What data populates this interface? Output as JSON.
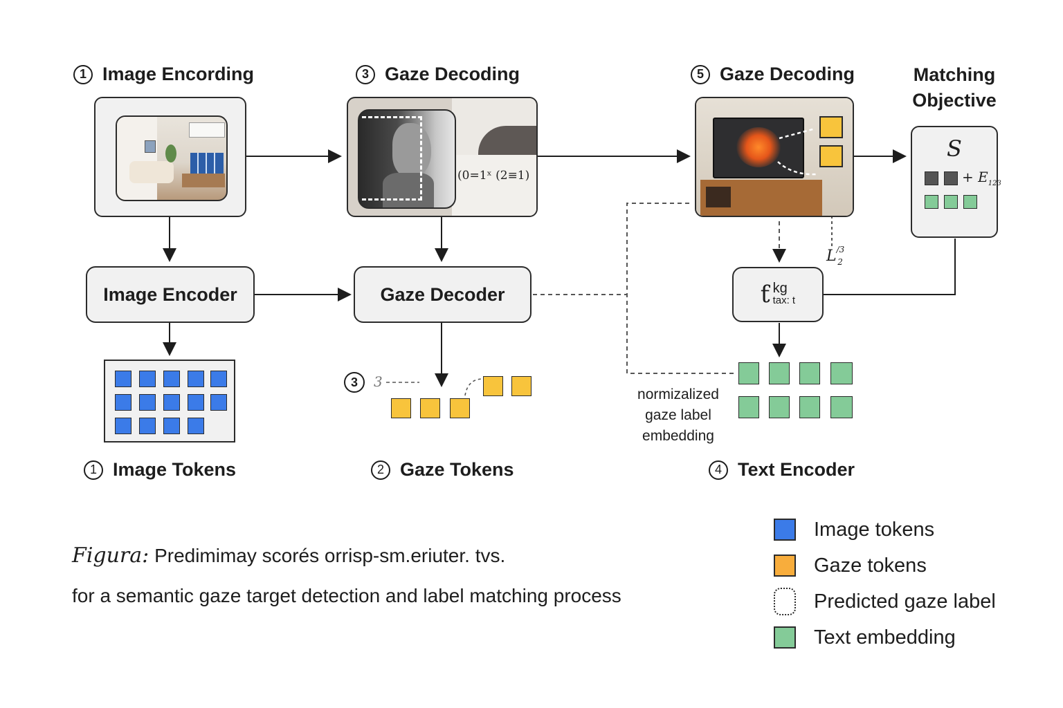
{
  "titles": {
    "image_encoding": {
      "num": "1",
      "text": "Image Encording"
    },
    "gaze_decoding_a": {
      "num": "3",
      "text": "Gaze Decoding"
    },
    "gaze_decoding_b": {
      "num": "5",
      "text": "Gaze Decoding"
    },
    "matching": "Matching\nObjective"
  },
  "modules": {
    "image_encoder": "Image Encoder",
    "gaze_decoder": "Gaze Decoder",
    "text_encoder_glyph": "kg",
    "text_encoder_sub": "tax: t"
  },
  "formula_gaze": "(0=1ˣ (2≡1)",
  "matching_panel": {
    "symbol": "S",
    "formula": "+ E",
    "formula_sub": "123"
  },
  "loss_label": {
    "main": "L",
    "sup": "/3",
    "sub": "2"
  },
  "gaze_side_labels": {
    "num": "3",
    "text": "3"
  },
  "normalized_label": [
    "normizalized",
    "gaze label",
    "embedding"
  ],
  "bottom_titles": {
    "image_tokens": {
      "num": "1",
      "text": "Image Tokens"
    },
    "gaze_tokens": {
      "num": "2",
      "text": "Gaze Tokens"
    },
    "text_encoder": {
      "num": "4",
      "text": "Text Encoder"
    }
  },
  "caption": {
    "prefix": "Figura:",
    "line1": "Predimimay scorés orrisp-sm.eriuter. tvs.",
    "line2": "for a semantic gaze target detection and label matching process"
  },
  "legend": [
    {
      "label": "Image tokens",
      "color": "#3b7be8"
    },
    {
      "label": "Gaze tokens",
      "color": "#f8ad3c"
    },
    {
      "label": "Predicted gaze label",
      "color": "#ffffff"
    },
    {
      "label": "Text embedding",
      "color": "#84cb98"
    }
  ]
}
